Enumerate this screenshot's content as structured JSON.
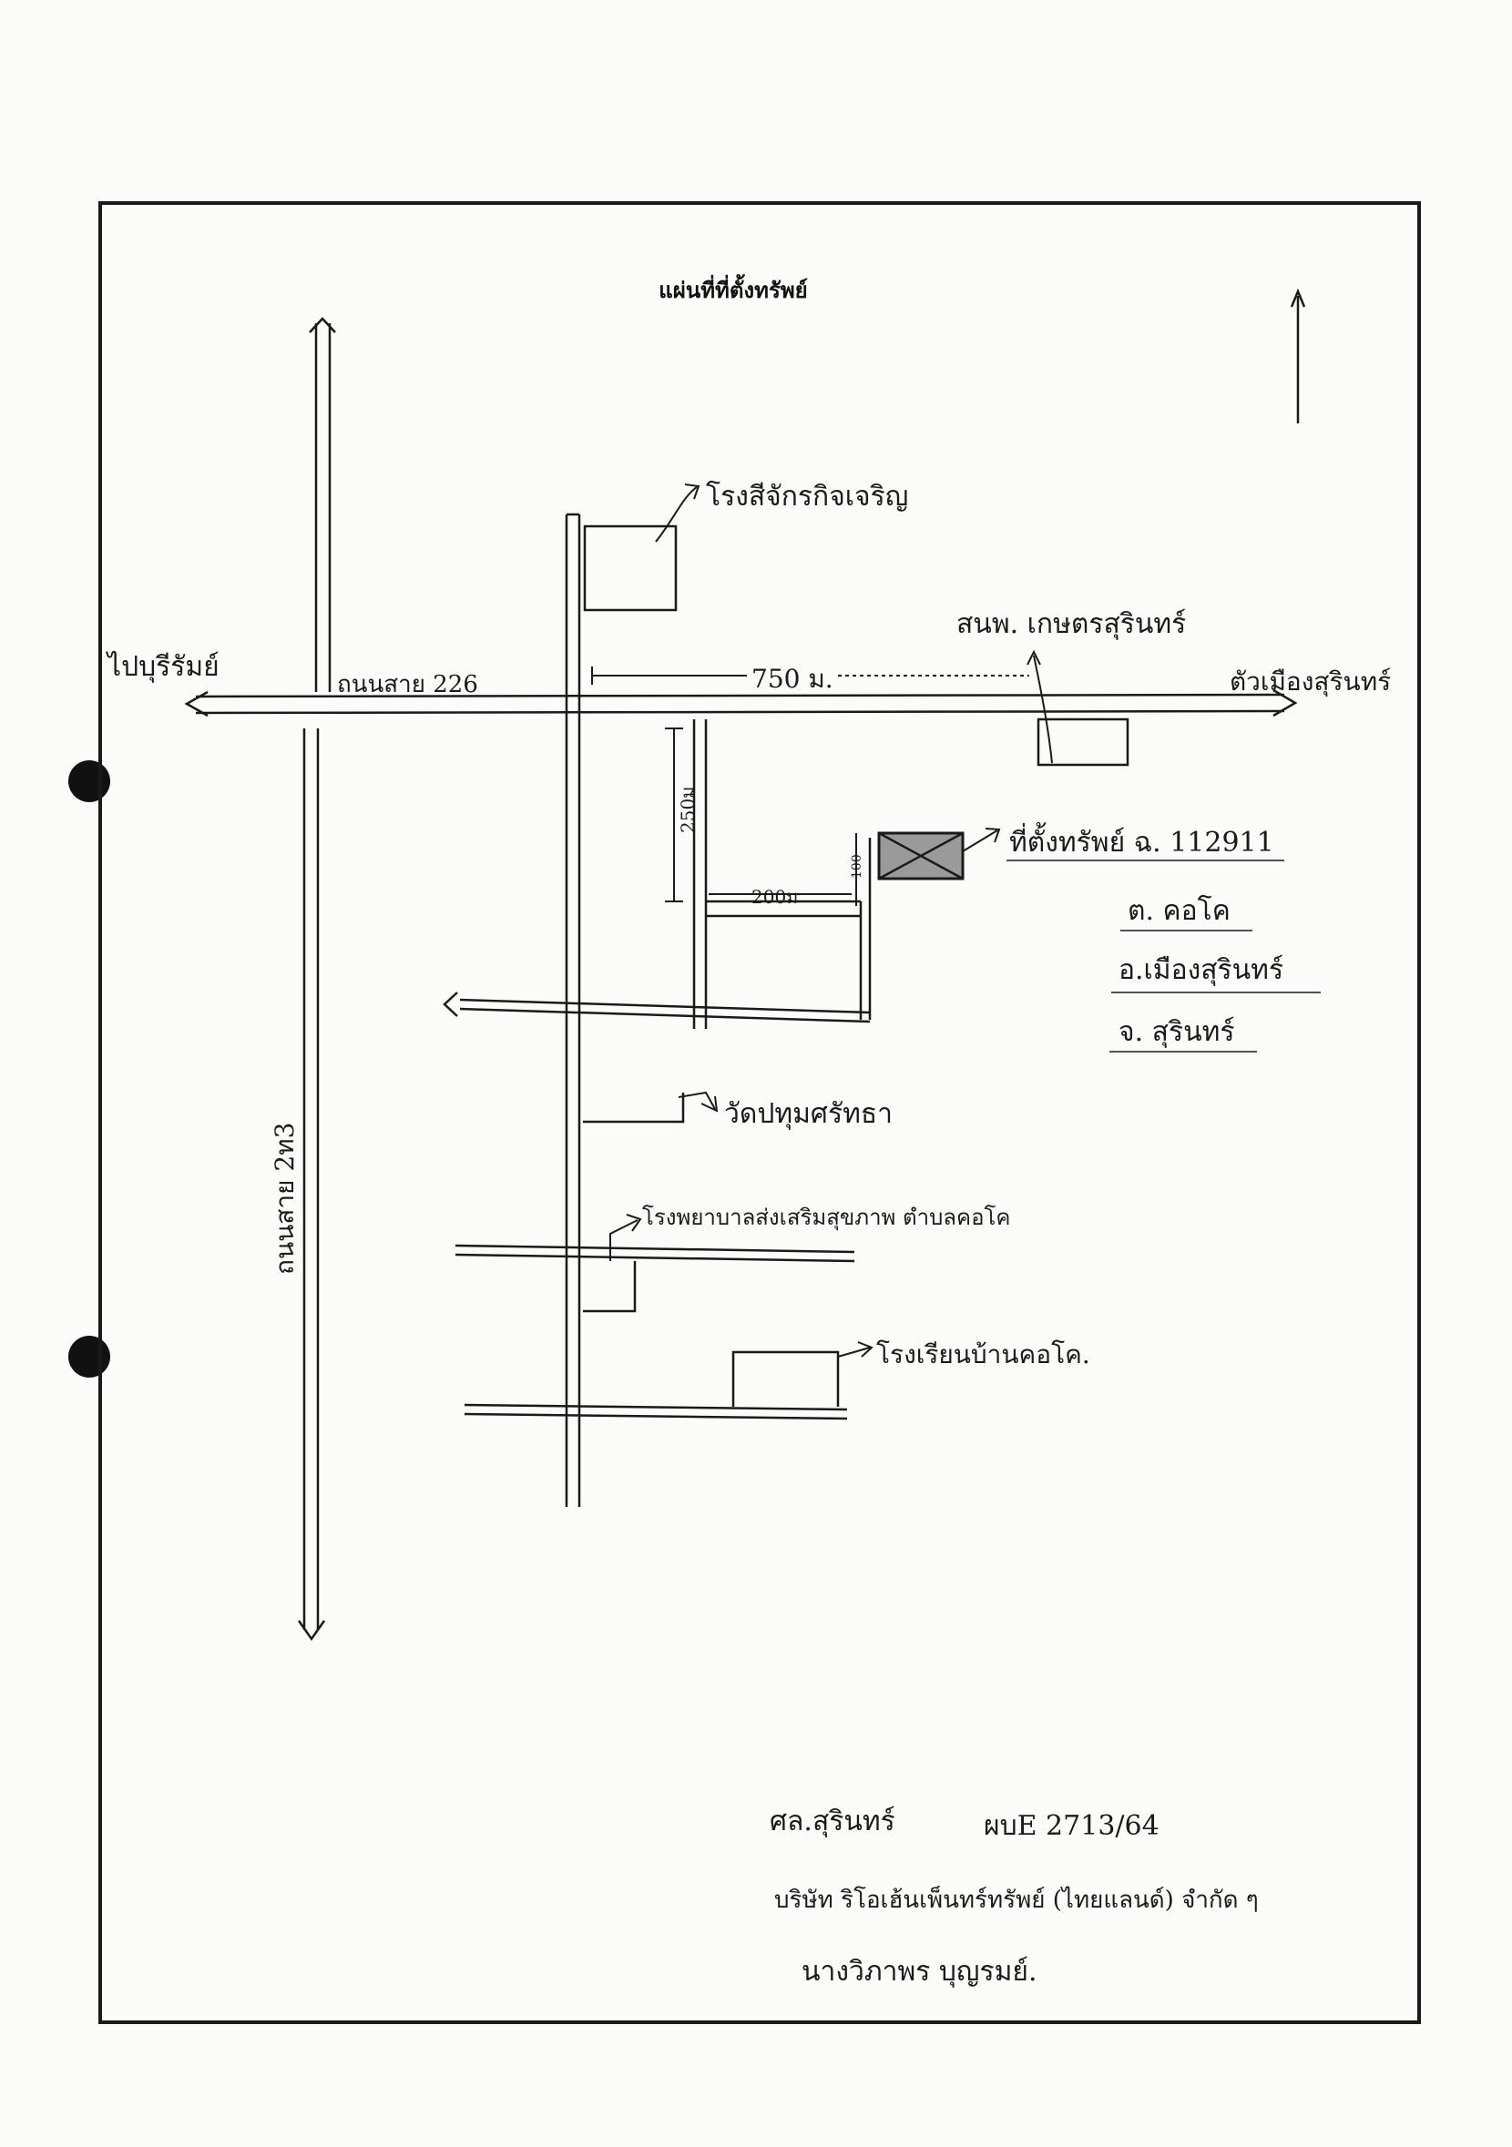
{
  "title": "แผ่นที่ที่ตั้งทรัพย์",
  "colors": {
    "ink": "#1a1a1a",
    "target_fill": "#9a9a9a",
    "paper": "#fbfbf9"
  },
  "icons": {
    "north": "north-arrow-icon",
    "target": "target-plot-icon"
  },
  "roads": {
    "road_226": "ถนนสาย 226",
    "road_2xx": "ถนนสาย 2ท3",
    "to_west": "ไปบุรีรัมย์",
    "to_east": "ตัวเมืองสุรินทร์"
  },
  "distances": {
    "d750": "750 ม.",
    "d250": "250ม",
    "d200": "200ม",
    "d100": "100"
  },
  "landmarks": {
    "hall": "โรงสีจักรกิจเจริญ",
    "bank": "สนพ. เกษตรสุรินทร์",
    "temple": "วัดปทุมศรัทธา",
    "hospital": "โรงพยาบาลส่งเสริมสุขภาพ ตำบลคอโค",
    "school": "โรงเรียนบ้านคอโค."
  },
  "property": {
    "label": "ที่ตั้งทรัพย์ ฉ. 112911",
    "tambon": "ต. คอโค",
    "amphoe": "อ.เมืองสุรินทร์",
    "changwat": "จ. สุรินทร์"
  },
  "note": {
    "line1": "ศล.สุรินทร์",
    "case_no": "ผบE 2713/64",
    "line2": "บริษัท ริโอเฮ้นเพ็นทร์ทรัพย์ (ไทยแลนด์) จำกัด ๆ",
    "line3": "นางวิภาพร บุญรมย์."
  }
}
